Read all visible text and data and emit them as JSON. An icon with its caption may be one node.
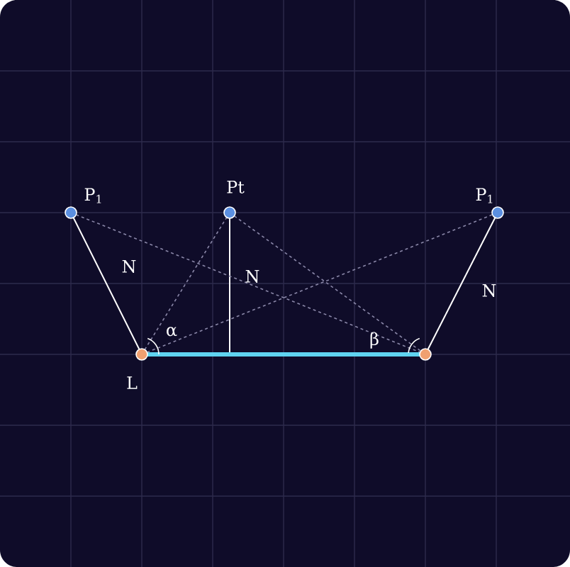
{
  "diagram": {
    "nodes": [
      {
        "text": [
          "P$_{1}$"
        ]
      },
      {
        "text": [
          "Pt"
        ]
      },
      {
        "text": [
          "P$_{1}$"
        ]
      },
      {
        "text": [
          "L"
        ]
      },
      {
        "text": [],
        "shape": "circle"
      }
    ],
    "edges": [
      {
        "from": 0,
        "to": 3,
        "arrow": "none",
        "label": "N",
        "color": "#ffffff"
      },
      {
        "from": 1,
        "to": null,
        "arrow": "none",
        "label": "N",
        "color": "#ffffff"
      },
      {
        "from": 2,
        "to": 4,
        "arrow": "none",
        "label": "N",
        "color": "#ffffff"
      },
      {
        "from": 3,
        "to": 4,
        "arrow": "none",
        "style": "thick",
        "color": "#5fd3f0"
      },
      {
        "from": 0,
        "to": 4,
        "arrow": "none",
        "style": "dashed"
      },
      {
        "from": 3,
        "to": 2,
        "arrow": "none",
        "style": "dashed"
      },
      {
        "from": 3,
        "to": 1,
        "arrow": "none",
        "style": "dashed"
      },
      {
        "from": 1,
        "to": 4,
        "arrow": "none",
        "style": "dashed"
      }
    ],
    "labels": [
      "α",
      "β"
    ]
  }
}
